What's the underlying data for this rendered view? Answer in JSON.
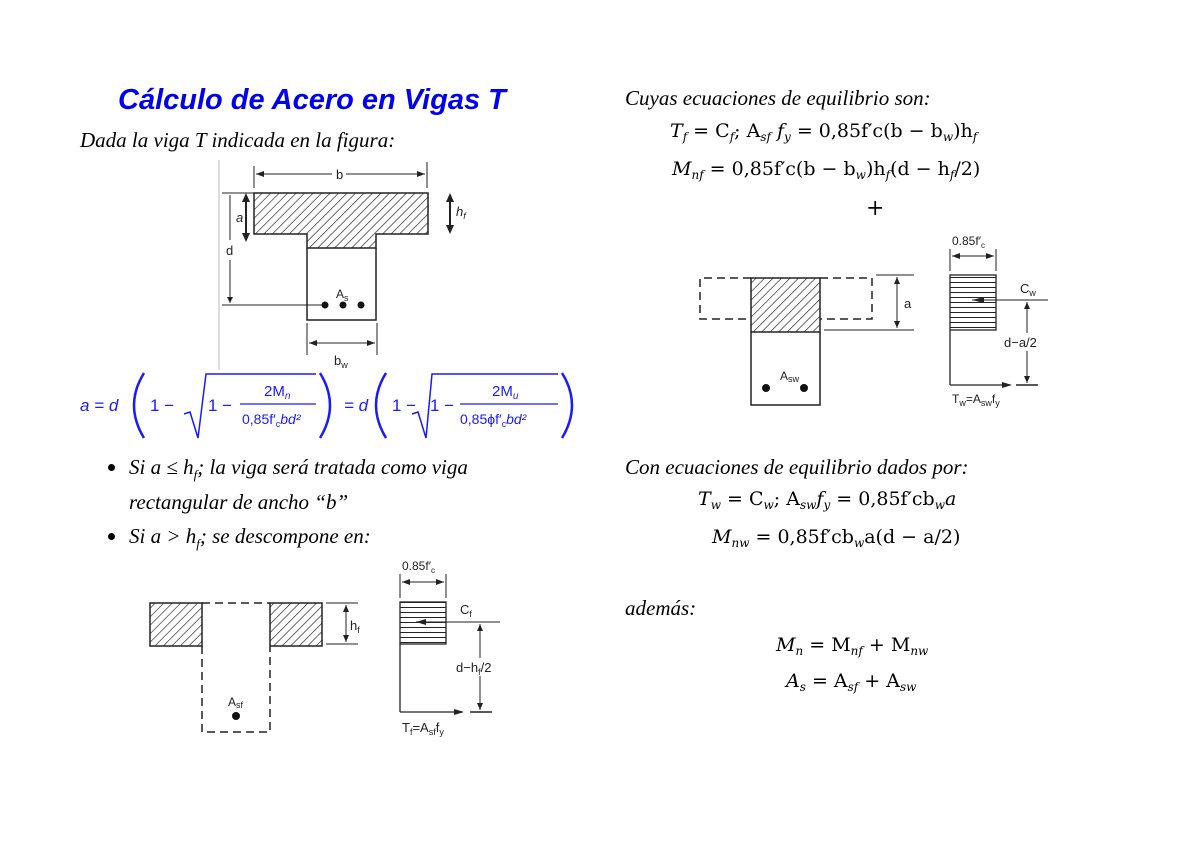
{
  "page": {
    "title": "Cálculo de Acero en Vigas T",
    "title_color": "#0000ee"
  },
  "left": {
    "intro": "Dada la viga T indicada en la figura:",
    "figure_t_beam": {
      "labels": {
        "b": "b",
        "a": "a",
        "hf": "h",
        "hf_sub": "f",
        "d": "d",
        "As": "A",
        "As_sub": "s",
        "bw": "b",
        "bw_sub": "w"
      }
    },
    "formula_a": {
      "lhs": "a = d",
      "one": "1 −",
      "inner_one": "1 −",
      "num1": "2M",
      "num1_sub": "n",
      "den1": "0,85f′",
      "den1_sub": "c",
      "den1_tail": "bd²",
      "eq": "= d",
      "num2": "2M",
      "num2_sub": "u",
      "den2": "0,85ϕf′",
      "den2_sub": "c",
      "den2_tail": "bd²",
      "color": "#1a1aff"
    },
    "bullets": [
      {
        "text_a": "Si a ≤ h",
        "sub": "f",
        "text_b": "; la viga será tratada como viga",
        "line2": "rectangular de ancho “b”"
      },
      {
        "text_a": "Si a > h",
        "sub": "f",
        "text_b": "; se descompone en:"
      }
    ],
    "figure_flange": {
      "labels": {
        "hf": "h",
        "hf_sub": "f",
        "Asf": "A",
        "Asf_sub": "sf",
        "stress": "0.85f′",
        "stress_sub": "c",
        "Cf": "C",
        "Cf_sub": "f",
        "arm": "d−h",
        "arm_sub": "f",
        "arm_tail": "/2",
        "Tf": "T",
        "Tf_sub": "f",
        "Tf_eq": "=A",
        "Tf_eq_sub": "sf",
        "Tf_tail": "f",
        "Tf_tail_sub": "y"
      }
    }
  },
  "right": {
    "intro1": "Cuyas ecuaciones de equilibrio son:",
    "eq1": {
      "a": "T",
      "a_sub": "f",
      "b": " = C",
      "b_sub": "f",
      "c": ";    A",
      "c_sub": "sf",
      "d": " f",
      "d_sub": "y",
      "e": " = 0,85f′c(b − b",
      "e_sub": "w",
      "f": ")h",
      "f_sub": "f"
    },
    "eq2": {
      "a": "M",
      "a_sub": "nf",
      "b": " = 0,85f′c(b − b",
      "b_sub": "w",
      "c": ")h",
      "c_sub": "f",
      "d": "(d − h",
      "d_sub": "f",
      "e": "/2)"
    },
    "plus": "+",
    "figure_web": {
      "labels": {
        "a": "a",
        "Asw": "A",
        "Asw_sub": "sw",
        "stress": "0.85f′",
        "stress_sub": "c",
        "Cw": "C",
        "Cw_sub": "w",
        "arm": "d−a/2",
        "Tw": "T",
        "Tw_sub": "w",
        "Tw_eq": "=A",
        "Tw_eq_sub": "sw",
        "Tw_tail": "f",
        "Tw_tail_sub": "y"
      }
    },
    "intro2": "Con ecuaciones de equilibrio dados por:",
    "eq3": {
      "a": "T",
      "a_sub": "w",
      "b": " = C",
      "b_sub": "w",
      "c": ";    A",
      "c_sub": "sw",
      "d": "f",
      "d_sub": "y",
      "e": " = 0,85f′cb",
      "e_sub": "w",
      "f": "a"
    },
    "eq4": {
      "a": "M",
      "a_sub": "nw",
      "b": " = 0,85f′cb",
      "b_sub": "w",
      "c": "a(d − a/2)"
    },
    "intro3": "además:",
    "eq5": {
      "a": "M",
      "a_sub": "n",
      "b": " = M",
      "b_sub": "nf",
      "c": " + M",
      "c_sub": "nw"
    },
    "eq6": {
      "a": "A",
      "a_sub": "s",
      "b": " = A",
      "b_sub": "sf",
      "c": " + A",
      "c_sub": "sw"
    }
  }
}
